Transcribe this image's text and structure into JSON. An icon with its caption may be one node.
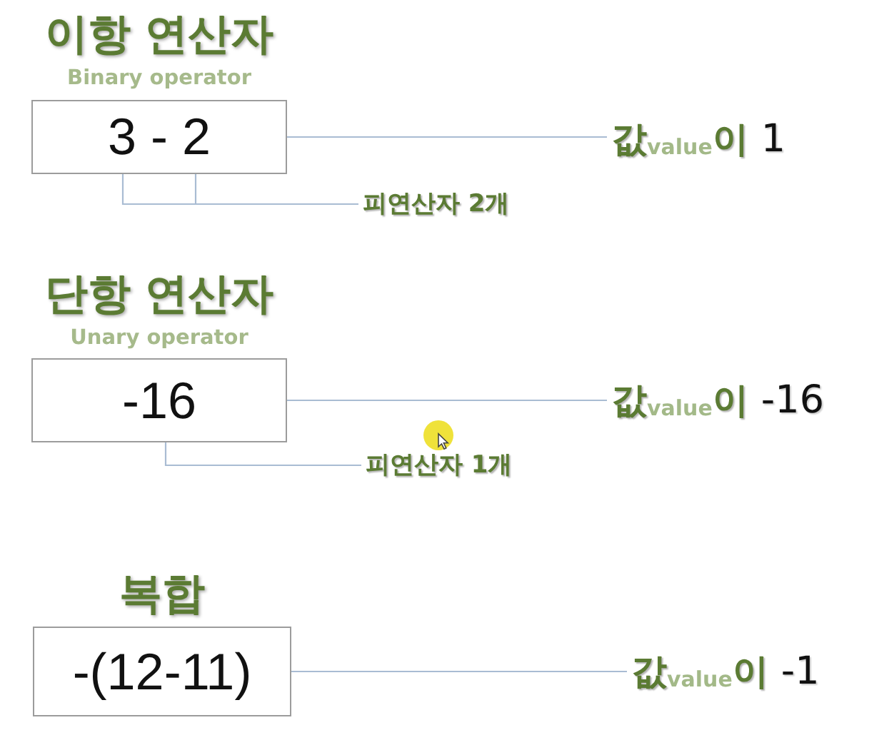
{
  "diagram": {
    "nodes": [
      {
        "text": [
          "이항 연산자",
          "Binary operator",
          "3 - 2"
        ]
      },
      {
        "text": [
          "값$_{value}$이",
          "1"
        ]
      },
      {
        "text": [
          "피연산자 2개"
        ]
      },
      {
        "text": [
          "단항 연산자",
          "Unary operator",
          "-16"
        ]
      },
      {
        "text": [
          "값$_{value}$이",
          "-16"
        ]
      },
      {
        "text": [
          "피연산자 1개"
        ]
      },
      {
        "text": [
          "복합",
          "-(12-11)"
        ]
      },
      {
        "text": [
          "값$_{value}$이",
          "-1"
        ]
      }
    ],
    "edges": [
      {
        "from": 0,
        "to": 1,
        "arrow": "none"
      },
      {
        "from": 2,
        "to": 0,
        "arrow": "none"
      },
      {
        "from": 2,
        "to": 0,
        "arrow": "none"
      },
      {
        "from": 3,
        "to": 4,
        "arrow": "none"
      },
      {
        "from": 5,
        "to": 3,
        "arrow": "none"
      },
      {
        "from": 6,
        "to": 7,
        "arrow": "none"
      }
    ]
  }
}
